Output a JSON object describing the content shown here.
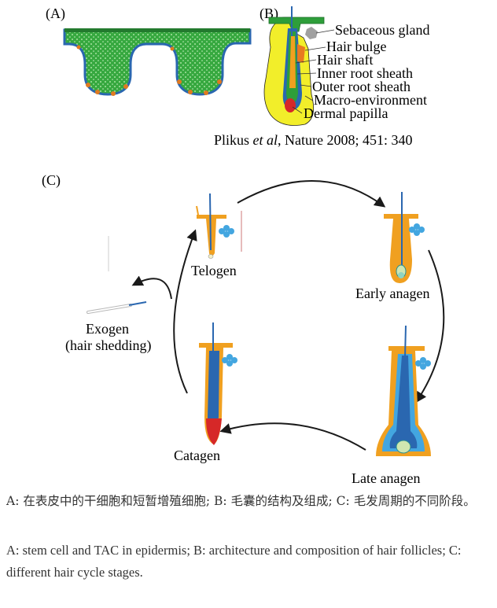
{
  "panels": {
    "a": {
      "label": "(A)"
    },
    "b": {
      "label": "(B)",
      "labels": [
        "Sebaceous gland",
        "Hair bulge",
        "Hair shaft",
        "Inner root sheath",
        "Outer root sheath",
        "Macro-environment",
        "Dermal papilla"
      ],
      "citation": {
        "author": "Plikus ",
        "etal": "et al",
        "rest": ", Nature 2008; 451: 340"
      }
    },
    "c": {
      "label": "(C)",
      "stages": {
        "telogen": "Telogen",
        "early_anagen": "Early anagen",
        "late_anagen": "Late anagen",
        "catagen": "Catagen",
        "exogen_1": "Exogen",
        "exogen_2": "(hair shedding)"
      }
    }
  },
  "caption": {
    "zh": "A: 在表皮中的干细胞和短暂增殖细胞; B: 毛囊的结构及组成; C: 毛发周期的不同阶段。",
    "en": "A: stem cell and TAC in epidermis; B: architecture and composition of hair follicles; C: different hair cycle stages."
  },
  "colors": {
    "epidermis_green": "#2e9e3a",
    "border_blue": "#2a67b0",
    "sheath_orange": "#f0a020",
    "gland_cyan": "#43a6e0",
    "papilla_red": "#d62828",
    "macro_yellow": "#f2ee2a",
    "arrow": "#1a1a1a"
  }
}
